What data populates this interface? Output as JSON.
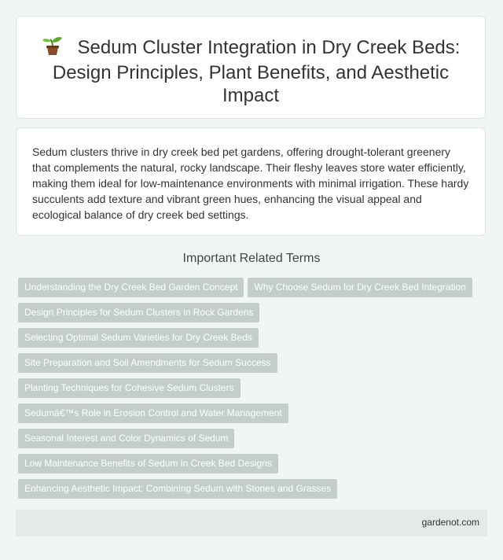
{
  "header": {
    "icon": "sprout-icon",
    "title": "Sedum Cluster Integration in Dry Creek Beds: Design Principles, Plant Benefits, and Aesthetic Impact"
  },
  "summary": {
    "text": "Sedum clusters thrive in dry creek bed pet gardens, offering drought-tolerant greenery that complements the natural, rocky landscape. Their fleshy leaves store water efficiently, making them ideal for low-maintenance environments with minimal irrigation. These hardy succulents add texture and vibrant green hues, enhancing the visual appeal and ecological balance of dry creek bed settings."
  },
  "related": {
    "heading": "Important Related Terms",
    "terms": [
      "Understanding the Dry Creek Bed Garden Concept",
      "Why Choose Sedum for Dry Creek Bed Integration",
      "Design Principles for Sedum Clusters in Rock Gardens",
      "Selecting Optimal Sedum Varieties for Dry Creek Beds",
      "Site Preparation and Soil Amendments for Sedum Success",
      "Planting Techniques for Cohesive Sedum Clusters",
      "Sedumâ€™s Role in Erosion Control and Water Management",
      "Seasonal Interest and Color Dynamics of Sedum",
      "Low Maintenance Benefits of Sedum in Creek Bed Designs",
      "Enhancing Aesthetic Impact: Combining Sedum with Stones and Grasses"
    ]
  },
  "footer": {
    "site": "gardenot.com"
  },
  "colors": {
    "background": "#f1f6f3",
    "tag": "#c3cec9",
    "footer": "#e4ebe7"
  }
}
